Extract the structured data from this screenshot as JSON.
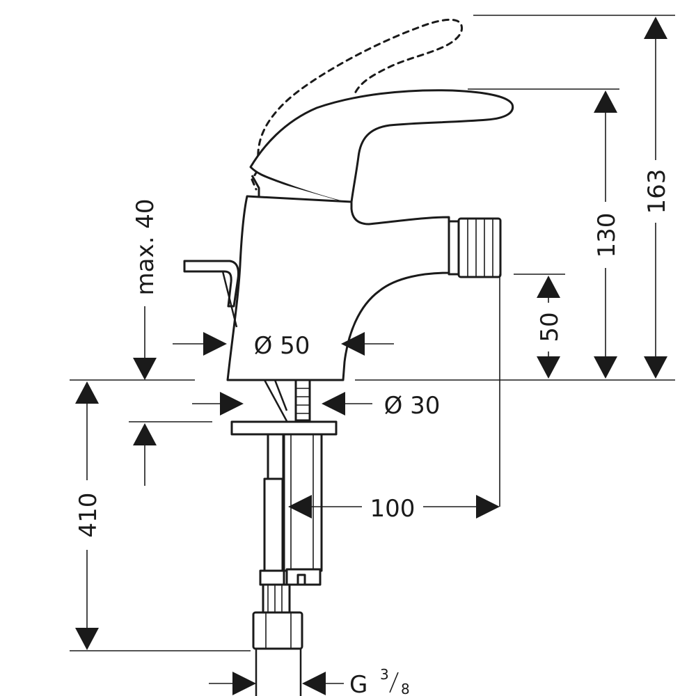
{
  "dimensions": {
    "height_total": "163",
    "height_lever": "130",
    "spout_height": "50",
    "max_thickness": "max. 40",
    "body_diameter": "Ø 50",
    "shank_diameter": "Ø 30",
    "hose_length": "410",
    "spout_reach": "100",
    "thread_prefix": "G",
    "thread_numerator": "3",
    "thread_denominator": "8"
  },
  "colors": {
    "ink": "#1a1a1a",
    "background": "#ffffff"
  }
}
